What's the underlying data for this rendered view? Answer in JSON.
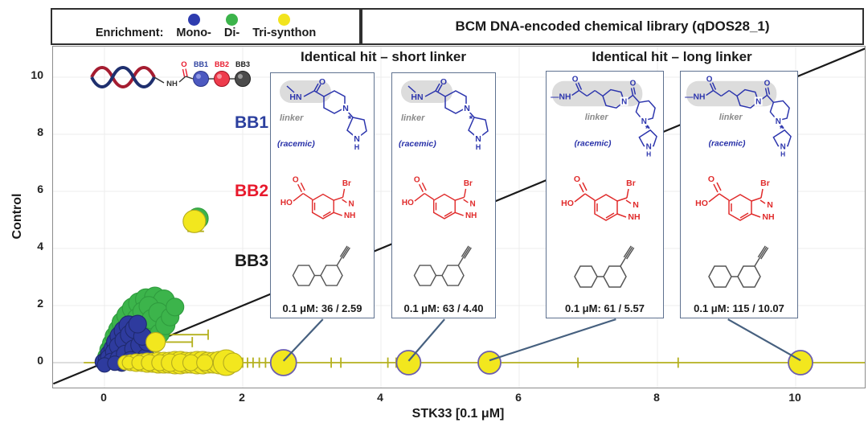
{
  "title": "BCM DNA-encoded chemical library (qDOS28_1)",
  "legend": {
    "prefix": "Enrichment:",
    "items": [
      {
        "label": "Mono-",
        "color": "#2e3caf"
      },
      {
        "label": "Di-",
        "color": "#3cb44b"
      },
      {
        "label": "Tri-synthon",
        "color": "#f2e41e"
      }
    ]
  },
  "headers": {
    "short": "Identical hit – short linker",
    "long": "Identical hit – long linker"
  },
  "bb_row_labels": [
    {
      "label": "BB1",
      "color": "#2b3f9e"
    },
    {
      "label": "BB2",
      "color": "#e8192c"
    },
    {
      "label": "BB3",
      "color": "#1a1a1a"
    }
  ],
  "dna": {
    "nh": "NH",
    "o": "O",
    "bb1": "BB1",
    "bb2": "BB2",
    "bb3": "BB3"
  },
  "mol": {
    "hn": "HN",
    "nh_dash": "—NH",
    "o": "O",
    "n": "N",
    "nh": "NH",
    "h": "H",
    "br": "Br",
    "ho": "HO",
    "star": "*",
    "linker": "linker",
    "racemic": "(racemic)"
  },
  "boxes": [
    {
      "value": "0.1 μM: 36 / 2.59"
    },
    {
      "value": "0.1 μM: 63 / 4.40"
    },
    {
      "value": "0.1 μM: 61 / 5.57"
    },
    {
      "value": "0.1 μM: 115 / 10.07"
    }
  ],
  "axes": {
    "xlabel": "STK33 [0.1 μM]",
    "ylabel": "Control"
  },
  "chart_data": {
    "type": "scatter",
    "title": "BCM DNA-encoded chemical library (qDOS28_1)",
    "xlabel": "STK33 [0.1 μM]",
    "ylabel": "Control",
    "xlim": [
      -0.75,
      11.05
    ],
    "ylim": [
      -0.9,
      11.1
    ],
    "xticks": [
      0,
      2,
      4,
      6,
      8,
      10
    ],
    "yticks": [
      0,
      2,
      4,
      6,
      8,
      10
    ],
    "grid": true,
    "grid_color": "#ececec",
    "identity_line": {
      "x1": -0.74,
      "y1": -0.74,
      "x2": 11.05,
      "y2": 11.05,
      "color": "#1a1a1a",
      "width": 2.2
    },
    "legend_position": "top-left",
    "highlighted_hits": [
      {
        "x": 2.59,
        "count": 36,
        "label": "0.1 μM: 36 / 2.59"
      },
      {
        "x": 4.4,
        "count": 63,
        "label": "0.1 μM: 63 / 4.40"
      },
      {
        "x": 5.57,
        "count": 61,
        "label": "0.1 μM: 61 / 5.57"
      },
      {
        "x": 10.07,
        "count": 115,
        "label": "0.1 μM: 115 / 10.07"
      }
    ],
    "series": [
      {
        "name": "Di-synthon",
        "color": "#3cb44b",
        "stroke": "#2f9c3e",
        "points": [
          [
            0.02,
            0.22,
            10
          ],
          [
            0.06,
            0.45,
            11
          ],
          [
            0.1,
            0.68,
            11
          ],
          [
            0.15,
            0.92,
            12
          ],
          [
            0.2,
            1.15,
            12
          ],
          [
            0.26,
            1.4,
            13
          ],
          [
            0.33,
            1.65,
            13
          ],
          [
            0.41,
            1.9,
            13
          ],
          [
            0.5,
            2.08,
            13
          ],
          [
            0.6,
            2.22,
            13
          ],
          [
            0.73,
            2.28,
            13
          ],
          [
            0.86,
            2.18,
            13
          ],
          [
            0.08,
            0.32,
            10
          ],
          [
            0.16,
            0.58,
            11
          ],
          [
            0.24,
            0.82,
            11
          ],
          [
            0.31,
            1.05,
            12
          ],
          [
            0.39,
            1.3,
            12
          ],
          [
            0.47,
            1.55,
            12
          ],
          [
            0.55,
            1.78,
            12
          ],
          [
            0.64,
            1.98,
            12
          ],
          [
            0.04,
            0.1,
            9
          ],
          [
            0.14,
            0.22,
            10
          ],
          [
            0.24,
            0.42,
            10
          ],
          [
            0.34,
            0.62,
            11
          ],
          [
            0.44,
            0.82,
            11
          ],
          [
            0.52,
            1.02,
            12
          ],
          [
            0.6,
            1.28,
            12
          ],
          [
            0.68,
            1.52,
            12
          ],
          [
            0.78,
            1.76,
            12
          ],
          [
            0.32,
            0.12,
            10
          ],
          [
            0.46,
            0.3,
            10
          ],
          [
            0.6,
            0.52,
            11
          ],
          [
            0.7,
            0.76,
            11
          ],
          [
            0.8,
            1.02,
            12
          ],
          [
            0.88,
            1.32,
            12
          ],
          [
            0.95,
            1.6,
            11
          ],
          [
            1.02,
            1.95,
            11
          ],
          [
            1.35,
            5.05,
            13
          ]
        ]
      },
      {
        "name": "Mono-synthon",
        "color": "#2e3b9e",
        "stroke": "#1f2a6e",
        "points": [
          [
            -0.02,
            0.03,
            10
          ],
          [
            0.03,
            0.12,
            10
          ],
          [
            0.07,
            0.3,
            11
          ],
          [
            0.12,
            0.5,
            11
          ],
          [
            0.17,
            0.72,
            12
          ],
          [
            0.22,
            0.93,
            12
          ],
          [
            0.28,
            1.12,
            12
          ],
          [
            0.35,
            1.3,
            12
          ],
          [
            0.05,
            0.2,
            9
          ],
          [
            0.13,
            0.38,
            10
          ],
          [
            0.2,
            0.58,
            11
          ],
          [
            0.28,
            0.78,
            11
          ],
          [
            0.37,
            0.98,
            12
          ],
          [
            0.44,
            1.18,
            12
          ],
          [
            0.1,
            0.05,
            10
          ],
          [
            0.2,
            0.15,
            10
          ],
          [
            0.3,
            0.3,
            11
          ],
          [
            0.42,
            0.48,
            11
          ],
          [
            0.52,
            0.62,
            12
          ],
          [
            0.6,
            0.18,
            11
          ],
          [
            0.38,
            0.08,
            11
          ],
          [
            0.5,
            0.04,
            10
          ],
          [
            0.25,
            -0.05,
            9
          ],
          [
            0.62,
            0.72,
            11
          ],
          [
            0.55,
            0.92,
            11
          ],
          [
            0.48,
            1.35,
            11
          ],
          [
            0.0,
            -0.08,
            9
          ],
          [
            0.15,
            -0.02,
            9
          ]
        ]
      },
      {
        "name": "Tri-synthon",
        "color": "#f2e71e",
        "stroke": "#b4ab1e",
        "points": [
          [
            0.3,
            0,
            9
          ],
          [
            0.38,
            0,
            10
          ],
          [
            0.46,
            0,
            11
          ],
          [
            0.54,
            0,
            11
          ],
          [
            0.62,
            0,
            12
          ],
          [
            0.7,
            0,
            12
          ],
          [
            0.78,
            0,
            13
          ],
          [
            0.86,
            0,
            13
          ],
          [
            0.94,
            0,
            13
          ],
          [
            1.02,
            0,
            14
          ],
          [
            1.1,
            0,
            14
          ],
          [
            1.18,
            0,
            13
          ],
          [
            1.26,
            0,
            13
          ],
          [
            1.34,
            0,
            14
          ],
          [
            1.42,
            0,
            14
          ],
          [
            1.5,
            0,
            13
          ],
          [
            1.58,
            0,
            13
          ],
          [
            1.66,
            0,
            14
          ],
          [
            1.76,
            0,
            16
          ],
          [
            1.86,
            0,
            12
          ],
          [
            0.35,
            0,
            8
          ],
          [
            0.5,
            0,
            9
          ],
          [
            0.65,
            0,
            10
          ],
          [
            0.8,
            0,
            10
          ],
          [
            0.95,
            0,
            11
          ],
          [
            1.1,
            0,
            11
          ],
          [
            1.25,
            0,
            10
          ],
          [
            1.45,
            0,
            10
          ],
          [
            0.74,
            0.72,
            12
          ],
          [
            1.3,
            4.95,
            14
          ]
        ]
      },
      {
        "name": "Tri-synthon hits",
        "color": "#f2e71e",
        "stroke": "#6c5fae",
        "stroke_width": 1.8,
        "points": [
          [
            2.59,
            0,
            16
          ],
          [
            4.4,
            0,
            15
          ],
          [
            5.57,
            0,
            14
          ],
          [
            10.07,
            0,
            15
          ]
        ]
      }
    ],
    "error_bars": {
      "color": "#b4b01e",
      "segments": [
        [
          -0.3,
          0,
          11.05,
          0
        ],
        [
          1.93,
          -0.18,
          1.93,
          0.18
        ],
        [
          2.0,
          -0.18,
          2.0,
          0.18
        ],
        [
          2.07,
          -0.18,
          2.07,
          0.18
        ],
        [
          2.15,
          -0.18,
          2.15,
          0.18
        ],
        [
          2.24,
          -0.18,
          2.24,
          0.18
        ],
        [
          2.33,
          -0.18,
          2.33,
          0.18
        ],
        [
          3.28,
          -0.18,
          3.28,
          0.18
        ],
        [
          3.42,
          -0.18,
          3.42,
          0.18
        ],
        [
          4.1,
          -0.18,
          4.1,
          0.18
        ],
        [
          4.22,
          -0.18,
          4.22,
          0.18
        ],
        [
          6.85,
          -0.18,
          6.85,
          0.18
        ],
        [
          8.3,
          -0.18,
          8.3,
          0.18
        ],
        [
          0.28,
          0.72,
          1.27,
          0.72
        ],
        [
          0.28,
          0.54,
          0.28,
          0.9
        ],
        [
          1.27,
          0.54,
          1.27,
          0.9
        ],
        [
          0.85,
          0.98,
          1.5,
          0.98
        ],
        [
          1.5,
          0.8,
          1.5,
          1.16
        ],
        [
          1.32,
          4.6,
          1.32,
          4.82
        ],
        [
          1.2,
          4.6,
          1.44,
          4.6
        ]
      ]
    },
    "annotation_connectors": {
      "color": "#46607f",
      "width": 2.2,
      "lines": [
        [
          3.16,
          1.52,
          2.59,
          0.06
        ],
        [
          4.92,
          1.52,
          4.4,
          0.06
        ],
        [
          7.4,
          1.52,
          5.57,
          0.08
        ],
        [
          9.02,
          1.52,
          10.07,
          0.08
        ]
      ]
    }
  }
}
